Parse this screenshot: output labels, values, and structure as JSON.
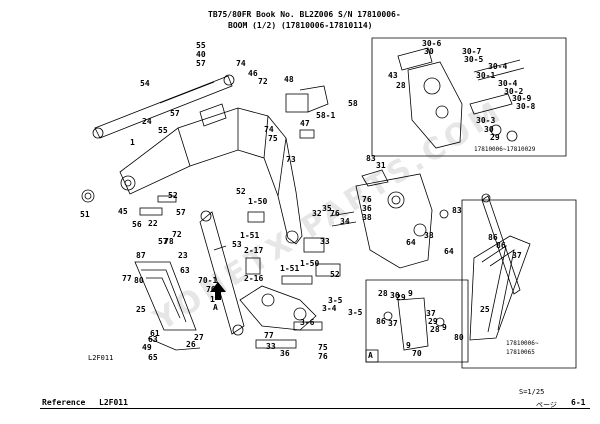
{
  "header": {
    "line1": "TB75/80FR  Book No. BL2Z006  S/N 17810006-",
    "line2": "BOOM (1/2) (17810006-17810114)"
  },
  "watermark": "YONETX PARTS.COM",
  "inset_top": {
    "caption": "17810006~17810029"
  },
  "inset_bottom": {
    "caption_line1": "17810006~",
    "caption_line2": "17810065"
  },
  "detail_a_label": "A",
  "view_arrow_label": "A",
  "figure_code": "L2F011",
  "footer": {
    "sheet": "S=1/25",
    "reference_label": "Reference",
    "reference_value": "L2F011",
    "page_kana": "ページ",
    "page_number": "6-1"
  },
  "callouts": [
    "55",
    "40",
    "57",
    "74",
    "46",
    "72",
    "48",
    "54",
    "58",
    "58-1",
    "57",
    "24",
    "55",
    "47",
    "73",
    "1",
    "74",
    "75",
    "51",
    "45",
    "52",
    "1-50",
    "57",
    "56",
    "22",
    "32",
    "35",
    "76",
    "34",
    "33",
    "72",
    "2-17",
    "1-51",
    "53",
    "87",
    "77",
    "80",
    "1-51",
    "1-50",
    "52",
    "70-1",
    "70",
    "3-5",
    "3-4",
    "2-16",
    "3-5",
    "25",
    "3-6",
    "61",
    "63",
    "49",
    "65",
    "27",
    "26",
    "23",
    "33",
    "36",
    "75",
    "76",
    "38",
    "64",
    "31",
    "83",
    "83",
    "76",
    "36",
    "38",
    "64",
    "30-6",
    "30",
    "30-7",
    "30-5",
    "30-4",
    "30-1",
    "30-4",
    "30-2",
    "30-9",
    "30-8",
    "43",
    "28",
    "30-3",
    "29",
    "30",
    "86",
    "37",
    "86",
    "25",
    "28",
    "30",
    "29",
    "9",
    "86",
    "37",
    "37",
    "29",
    "28",
    "9",
    "80",
    "9",
    "70",
    "1",
    "77",
    "52",
    "78",
    "57",
    "63"
  ]
}
